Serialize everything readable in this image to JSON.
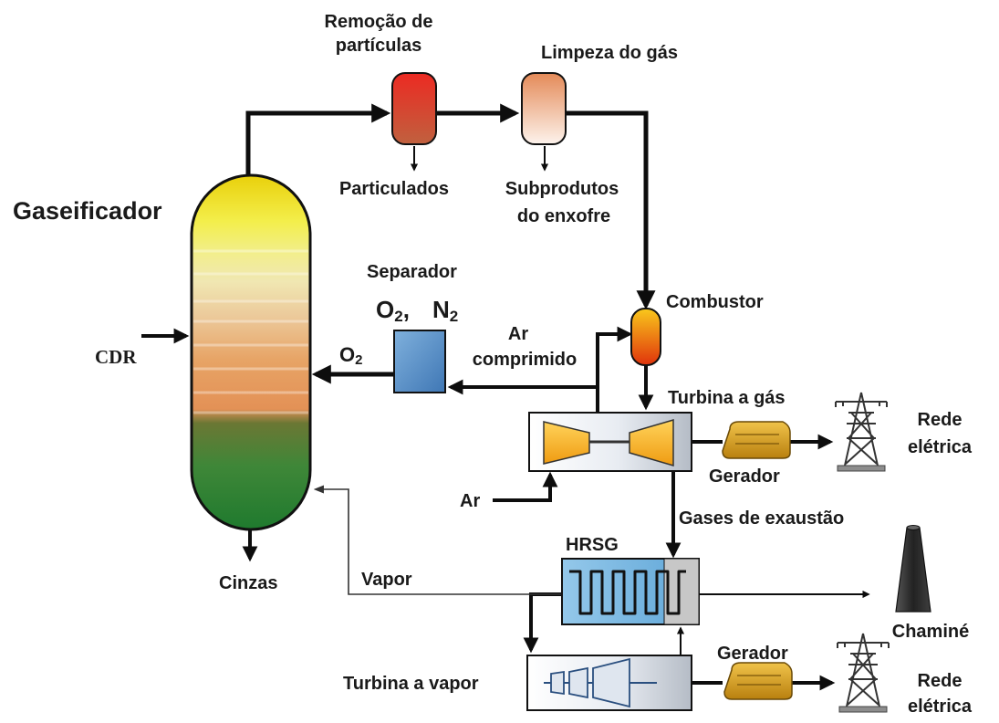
{
  "colors": {
    "line": "#0d0d0d",
    "steam_line": "#4a4a4a",
    "removal_top": "#e53325",
    "removal_bottom": "#c0573a",
    "cleaning_top": "#e7986a",
    "cleaning_bottom": "#fbeee4",
    "combustor_top": "#f7c01e",
    "combustor_bottom": "#e2420d",
    "separator": "#5c93c9",
    "hrsg": "#74b6e0",
    "generator": "#d49a1f",
    "turbine_blade": "#f2a81f",
    "stack": "#2f2f2f"
  },
  "labels": {
    "gasifier": "Gaseificador",
    "cdr": "CDR",
    "ashes": "Cinzas",
    "removal_line1": "Remoção de",
    "removal_line2": "partículas",
    "particulates": "Particulados",
    "gas_cleaning": "Limpeza do gás",
    "sulfur_line1": "Subprodutos",
    "sulfur_line2": "do enxofre",
    "separator": "Separador",
    "o2_big": "O",
    "n2_big": "N",
    "subscript_2": "2",
    "comma": ",",
    "o2_small": "O",
    "combustor": "Combustor",
    "compressed_air_line1": "Ar",
    "compressed_air_line2": "comprimido",
    "gas_turbine": "Turbina a gás",
    "air": "Ar",
    "generator_top": "Gerador",
    "grid_top_line1": "Rede",
    "grid_top_line2": "elétrica",
    "exhaust": "Gases de exaustão",
    "hrsg": "HRSG",
    "steam": "Vapor",
    "stack": "Chaminé",
    "steam_turbine": "Turbina a vapor",
    "generator_bottom": "Gerador",
    "grid_bottom_line1": "Rede",
    "grid_bottom_line2": "elétrica"
  }
}
